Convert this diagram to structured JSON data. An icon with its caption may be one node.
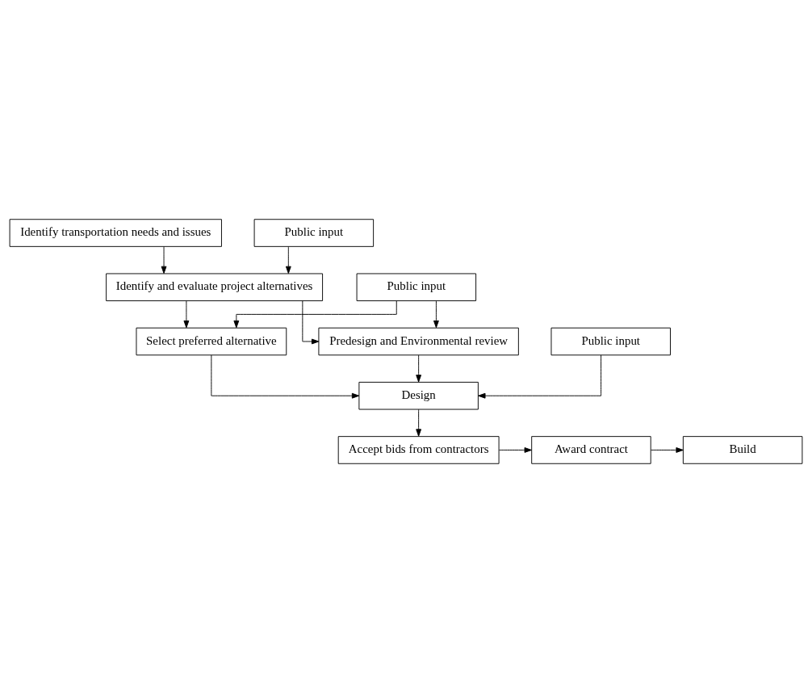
{
  "diagram": {
    "nodes": [
      {
        "text": [
          "Identify transportation needs and issues"
        ]
      },
      {
        "text": [
          "Public input"
        ]
      },
      {
        "text": [
          "Identify and evaluate project alternatives"
        ]
      },
      {
        "text": [
          "Public input"
        ]
      },
      {
        "text": [
          "Predesign and Environmental review"
        ]
      },
      {
        "text": [
          "Select preferred alternative"
        ]
      },
      {
        "text": [
          "Public input"
        ]
      },
      {
        "text": [
          "Design"
        ]
      },
      {
        "text": [
          "Accept bids from contractors"
        ]
      },
      {
        "text": [
          "Award contract"
        ]
      },
      {
        "text": [
          "Build"
        ]
      }
    ],
    "edges": [
      {
        "from": 0,
        "to": 2,
        "arrow": "to"
      },
      {
        "from": 1,
        "to": 2,
        "arrow": "to"
      },
      {
        "from": 2,
        "to": 5,
        "arrow": "to"
      },
      {
        "from": 2,
        "to": 4,
        "arrow": "to"
      },
      {
        "from": 3,
        "to": 5,
        "arrow": "to"
      },
      {
        "from": 3,
        "to": 4,
        "arrow": "to"
      },
      {
        "from": 5,
        "to": 7,
        "arrow": "to"
      },
      {
        "from": 6,
        "to": 7,
        "arrow": "to"
      },
      {
        "from": 4,
        "to": 7,
        "arrow": "to"
      },
      {
        "from": 7,
        "to": 8,
        "arrow": "to"
      },
      {
        "from": 8,
        "to": 9,
        "arrow": "to"
      },
      {
        "from": 9,
        "to": 10,
        "arrow": "to"
      }
    ]
  }
}
